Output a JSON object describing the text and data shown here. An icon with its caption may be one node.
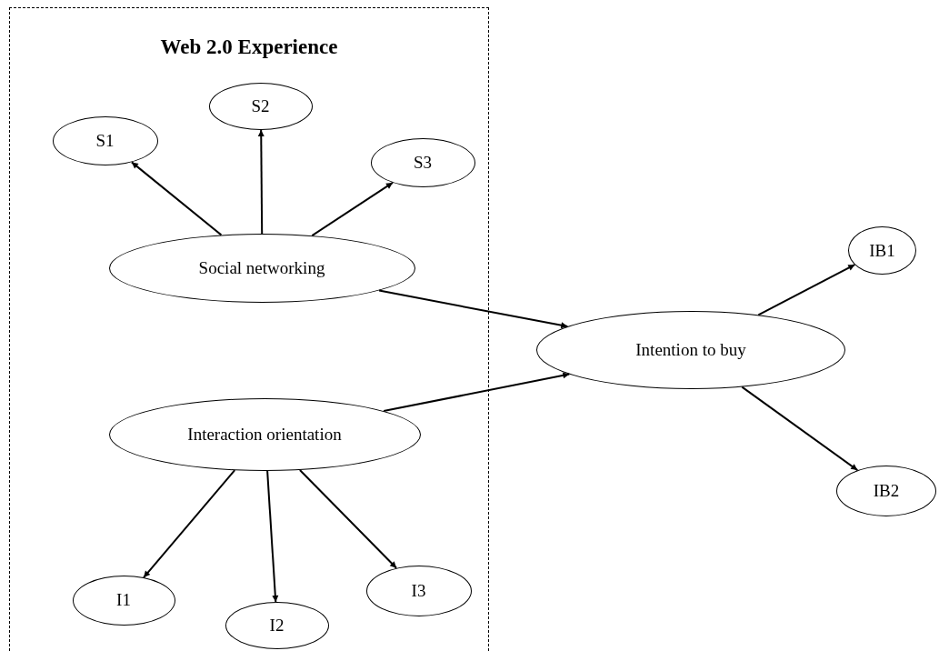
{
  "diagram": {
    "nodes": [
      {
        "text": [
          "Web 2.0 Experience"
        ]
      },
      {
        "text": [
          "S1"
        ],
        "in": 0
      },
      {
        "text": [
          "S2"
        ],
        "in": 0
      },
      {
        "text": [
          "S3"
        ],
        "in": 0
      },
      {
        "text": [
          "Social networking"
        ],
        "in": 0
      },
      {
        "text": [
          "Interaction orientation"
        ],
        "in": 0
      },
      {
        "text": [
          "I1"
        ],
        "in": 0
      },
      {
        "text": [
          "I2"
        ],
        "in": 0
      },
      {
        "text": [
          "I3"
        ],
        "in": 0
      },
      {
        "text": [
          "Intention to buy"
        ]
      },
      {
        "text": [
          "IB1"
        ]
      },
      {
        "text": [
          "IB2"
        ]
      }
    ],
    "edges": [
      {
        "from": 4,
        "to": 1,
        "arrow": "to"
      },
      {
        "from": 4,
        "to": 2,
        "arrow": "to"
      },
      {
        "from": 4,
        "to": 3,
        "arrow": "to"
      },
      {
        "from": 4,
        "to": 9,
        "arrow": "to"
      },
      {
        "from": 9,
        "to": 10,
        "arrow": "to"
      },
      {
        "from": 5,
        "to": 9,
        "arrow": "to"
      },
      {
        "from": 9,
        "to": 11,
        "arrow": "to"
      },
      {
        "from": 5,
        "to": 6,
        "arrow": "to"
      },
      {
        "from": 5,
        "to": 7,
        "arrow": "to"
      },
      {
        "from": 5,
        "to": 8,
        "arrow": "to"
      }
    ]
  }
}
